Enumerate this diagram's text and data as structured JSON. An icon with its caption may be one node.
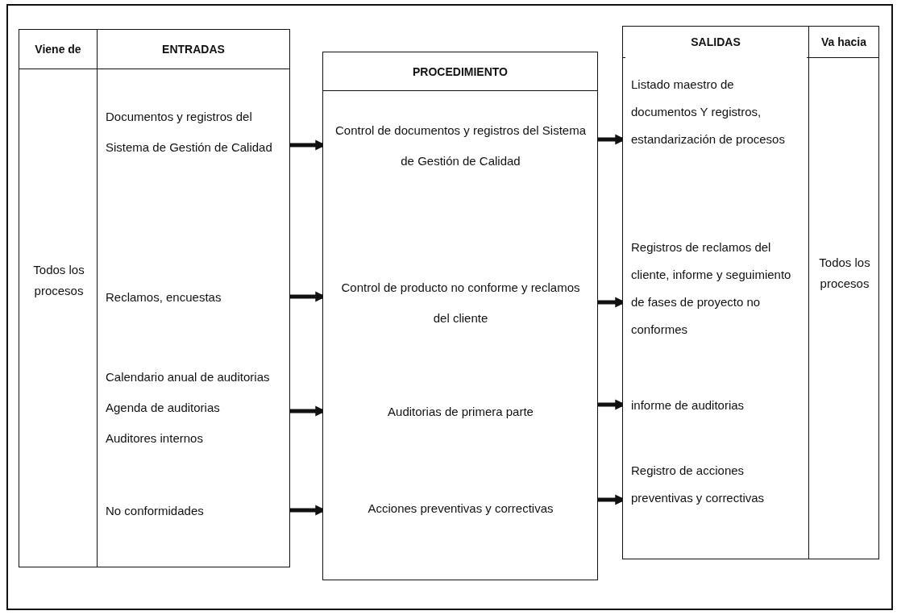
{
  "diagram": {
    "nodes": [
      {
        "text": [
          "Viene de",
          "Todos los procesos"
        ]
      },
      {
        "text": [
          "ENTRADAS"
        ]
      },
      {
        "text": [
          "Documentos y registros del Sistema de Gestión de Calidad"
        ],
        "in": 1
      },
      {
        "text": [
          "Reclamos, encuestas"
        ],
        "in": 1
      },
      {
        "text": [
          "Calendario anual de auditorias",
          "Agenda de auditorias",
          "Auditores internos"
        ],
        "in": 1
      },
      {
        "text": [
          "No conformidades"
        ],
        "in": 1
      },
      {
        "text": [
          "PROCEDIMIENTO"
        ]
      },
      {
        "text": [
          "Control de documentos y registros del Sistema de Gestión de Calidad"
        ],
        "in": 6
      },
      {
        "text": [
          "Control de producto no conforme y reclamos del cliente"
        ],
        "in": 6
      },
      {
        "text": [
          "Auditorias de primera parte"
        ],
        "in": 6
      },
      {
        "text": [
          "Acciones preventivas y correctivas"
        ],
        "in": 6
      },
      {
        "text": [
          "SALIDAS"
        ]
      },
      {
        "text": [
          "Listado maestro de documentos Y registros, estandarización de procesos"
        ],
        "in": 11
      },
      {
        "text": [
          "Registros de reclamos del cliente, informe y seguimiento de fases de proyecto no conformes"
        ],
        "in": 11
      },
      {
        "text": [
          "informe de auditorias"
        ],
        "in": 11
      },
      {
        "text": [
          "Registro de acciones preventivas y correctivas"
        ],
        "in": 11
      },
      {
        "text": [
          "Va hacia",
          "Todos los procesos"
        ]
      }
    ],
    "edges": [
      {
        "from": 2,
        "to": 7,
        "arrow": "to"
      },
      {
        "from": 3,
        "to": 8,
        "arrow": "to"
      },
      {
        "from": 4,
        "to": 9,
        "arrow": "to"
      },
      {
        "from": 5,
        "to": 10,
        "arrow": "to"
      },
      {
        "from": 7,
        "to": 12,
        "arrow": "to"
      },
      {
        "from": 8,
        "to": 13,
        "arrow": "to"
      },
      {
        "from": 9,
        "to": 14,
        "arrow": "to"
      },
      {
        "from": 10,
        "to": 15,
        "arrow": "to"
      }
    ]
  }
}
